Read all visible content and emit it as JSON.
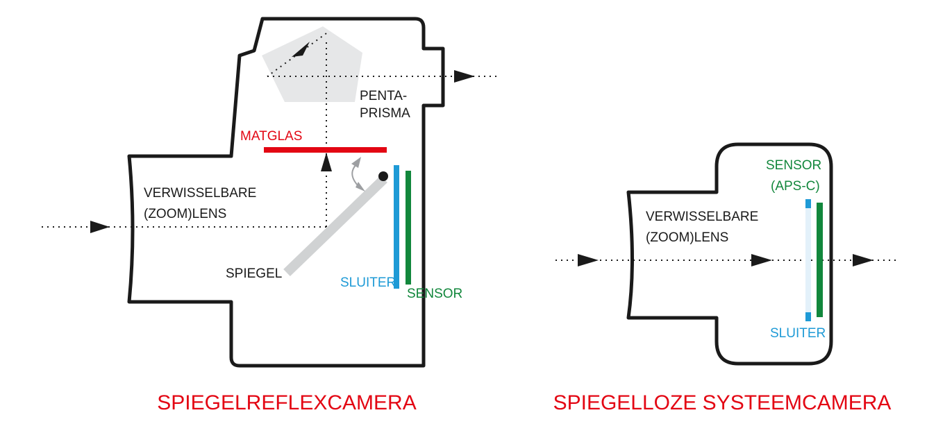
{
  "colors": {
    "outline": "#1a1a1a",
    "matglas": "#e30613",
    "sluiter": "#1e9ad6",
    "sensor": "#12873c",
    "mirror": "#d0d2d3",
    "prism": "#e6e7e8",
    "caption": "#e30613"
  },
  "slr": {
    "pentaprisma_line1": "PENTA-",
    "pentaprisma_line2": "PRISMA",
    "matglas": "MATGLAS",
    "lens_line1": "VERWISSELBARE",
    "lens_line2": "(ZOOM)LENS",
    "spiegel": "SPIEGEL",
    "sluiter": "SLUITER",
    "sensor": "SENSOR",
    "caption": "SPIEGELREFLEXCAMERA"
  },
  "mirrorless": {
    "sensor_line1": "SENSOR",
    "sensor_line2": "(APS-C)",
    "lens_line1": "VERWISSELBARE",
    "lens_line2": "(ZOOM)LENS",
    "sluiter": "SLUITER",
    "caption": "SPIEGELLOZE SYSTEEMCAMERA"
  }
}
